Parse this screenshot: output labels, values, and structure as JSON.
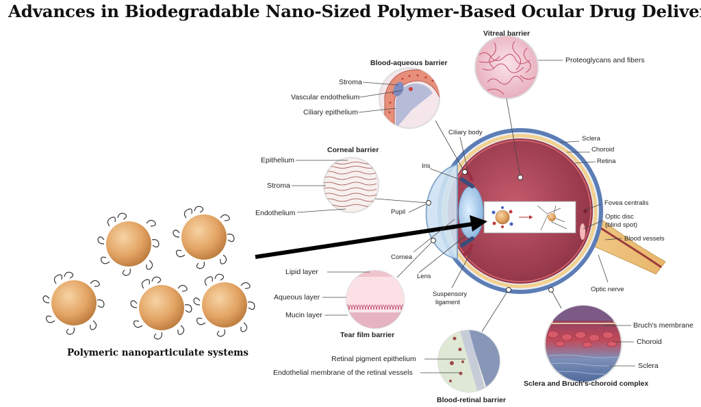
{
  "title": "Advances in Biodegradable Nano-Sized Polymer-Based Ocular Drug Delivery",
  "nanoparticles": {
    "caption": "Polymeric nanoparticulate systems",
    "count": 5
  },
  "barriers": {
    "vitreous": {
      "title": "Vitreal barrier",
      "labels": [
        "Proteoglycans and fibers"
      ]
    },
    "blood_aqueous": {
      "title": "Blood-aqueous barrier",
      "labels": [
        "Stroma",
        "Vascular endothelium",
        "Ciliary epithelium"
      ]
    },
    "corneal": {
      "title": "Corneal barrier",
      "labels": [
        "Epithelium",
        "Stroma",
        "Endothelium"
      ]
    },
    "tear_film": {
      "title": "Tear film barrier",
      "labels": [
        "Lipid layer",
        "Aqueous layer",
        "Mucin layer"
      ]
    },
    "blood_retinal": {
      "title": "Blood-retinal barrier",
      "labels": [
        "Retinal pigment epithelium",
        "Endothelial membrane of the retinal vessels"
      ]
    },
    "sclera_bruch": {
      "title": "Sclera and Bruch's-choroid complex",
      "labels": [
        "Bruch's membrane",
        "Choroid",
        "Sclera"
      ]
    }
  },
  "eye_labels": {
    "ciliary_body": "Ciliary body",
    "iris": "Iris",
    "pupil": "Pupil",
    "cornea": "Cornea",
    "lens": "Lens",
    "suspensory_1": "Suspensory",
    "suspensory_2": "ligament",
    "sclera": "Sclera",
    "choroid": "Choroid",
    "retina": "Retina",
    "fovea": "Fovea centralis",
    "optic_disc_1": "Optic disc",
    "optic_disc_2": "(blind spot)",
    "blood_vessels": "Blood vessels",
    "optic_nerve": "Optic nerve"
  },
  "colors": {
    "particle": "#e3a464",
    "eyeball_interior": "#b24a5c",
    "sclera_layer": "#6f8fc0",
    "arrow": "#000000"
  }
}
